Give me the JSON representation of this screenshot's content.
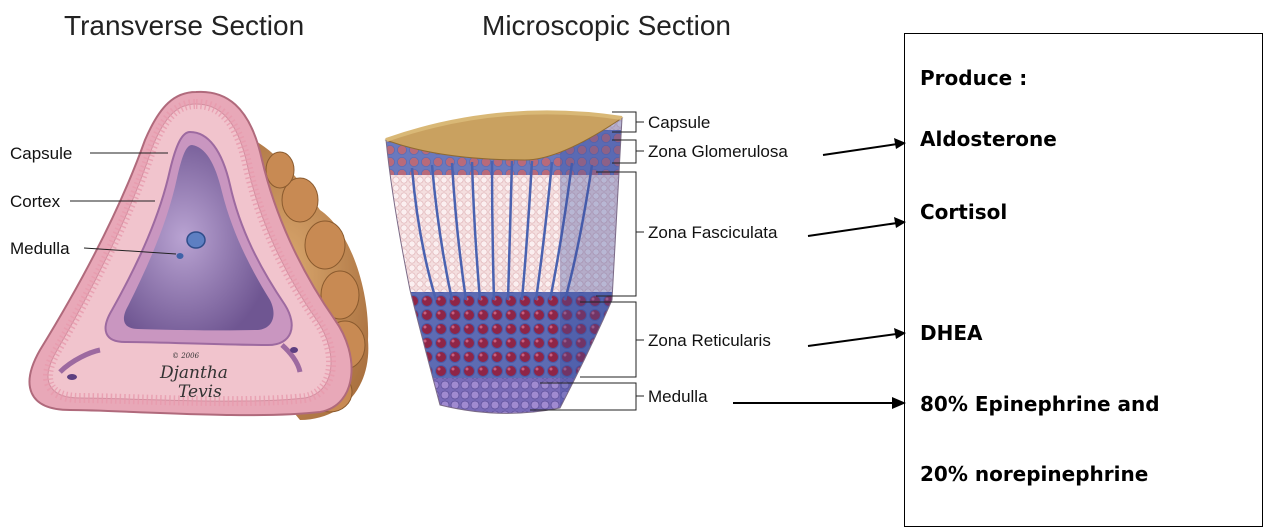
{
  "transverse": {
    "title": "Transverse Section",
    "labels": {
      "capsule": "Capsule",
      "cortex": "Cortex",
      "medulla": "Medulla"
    },
    "signature": {
      "year": "© 2006",
      "name_line1": "Djantha",
      "name_line2": "Tevis"
    }
  },
  "microscopic": {
    "title": "Microscopic Section",
    "labels": {
      "capsule": "Capsule",
      "glomerulosa": "Zona Glomerulosa",
      "fasciculata": "Zona Fasciculata",
      "reticularis": "Zona Reticularis",
      "medulla": "Medulla"
    }
  },
  "produce": {
    "heading": "Produce :",
    "aldosterone": "Aldosterone",
    "cortisol": "Cortisol",
    "dhea": "DHEA",
    "epinephrine": "80% Epinephrine and",
    "norepinephrine": "20% norepinephrine"
  },
  "colors": {
    "fat": "#c7915a",
    "capsule_pink": "#e8a8b8",
    "cortex_pink": "#f1c4cd",
    "medulla_purple": "#8d70a9",
    "glomerulosa_red": "#9a3a4f",
    "reticularis_maroon": "#7b1e3e",
    "vessel_blue": "#5a6bb5"
  }
}
